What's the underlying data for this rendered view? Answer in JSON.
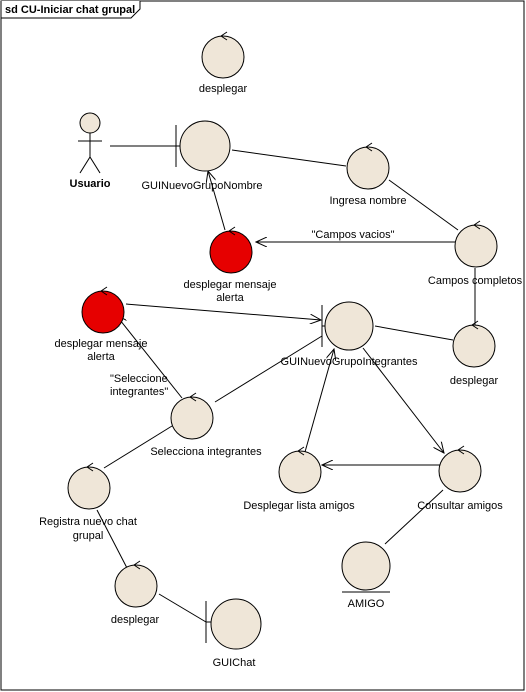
{
  "frame": {
    "title": "sd CU-Iniciar chat grupal"
  },
  "colors": {
    "control": "#efe6d8",
    "alert": "#e60000",
    "stroke": "#000000"
  },
  "nodes": {
    "ctrl_desplegar_top": {
      "label": "desplegar",
      "type": "control"
    },
    "gui_nuevo_grupo_nombre": {
      "label": "GUINuevoGrupoNombre",
      "type": "boundary"
    },
    "actor_usuario": {
      "label": "Usuario",
      "type": "actor"
    },
    "ctrl_ingresa_nombre": {
      "label": "Ingresa nombre",
      "type": "control"
    },
    "ctrl_campos_completos": {
      "label": "Campos completos",
      "type": "control"
    },
    "alert_top": {
      "label_lines": [
        "desplegar mensaje",
        "alerta"
      ],
      "type": "alert"
    },
    "alert_left": {
      "label_lines": [
        "desplegar mensaje",
        "alerta"
      ],
      "type": "alert"
    },
    "gui_nuevo_grupo_integrantes": {
      "label": "GUINuevoGrupoIntegrantes",
      "type": "boundary"
    },
    "ctrl_desplegar_right": {
      "label": "desplegar",
      "type": "control"
    },
    "ctrl_selecciona_integrantes": {
      "label": "Selecciona integrantes",
      "type": "control"
    },
    "ctrl_registra_nuevo_chat": {
      "label_lines": [
        "Registra nuevo chat",
        "grupal"
      ],
      "type": "control"
    },
    "ctrl_desplegar_lista_amigos": {
      "label": "Desplegar lista amigos",
      "type": "control"
    },
    "ctrl_consultar_amigos": {
      "label": "Consultar amigos",
      "type": "control"
    },
    "entity_amigo": {
      "label": "AMIGO",
      "type": "entity"
    },
    "ctrl_desplegar_bottom": {
      "label": "desplegar",
      "type": "control"
    },
    "gui_chat": {
      "label": "GUIChat",
      "type": "boundary"
    }
  },
  "messages": {
    "campos_vacios": "\"Campos vacios\"",
    "seleccione_integrantes": [
      "\"Seleccione",
      "integrantes\""
    ]
  }
}
